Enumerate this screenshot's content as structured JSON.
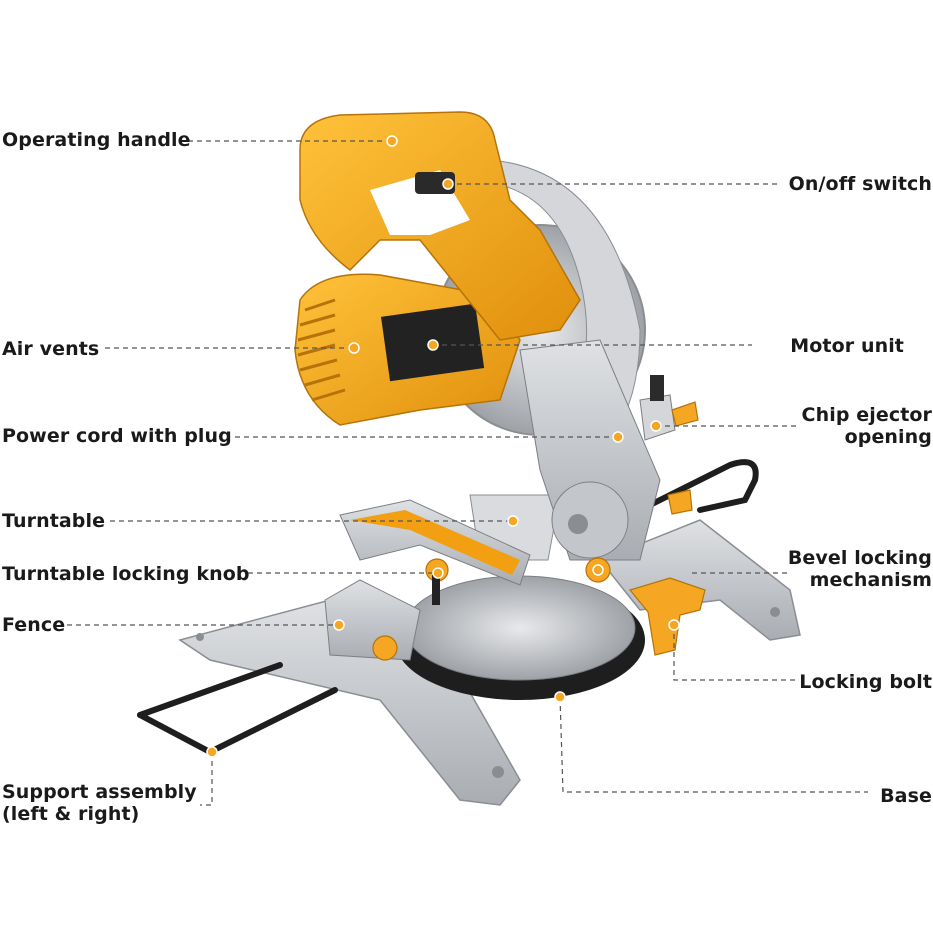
{
  "colors": {
    "accent": "#f5a623",
    "body_orange": "#f0a21c",
    "metal": "#c9ccd0",
    "dark": "#1e1e1e",
    "leader": "#555555"
  },
  "labels": {
    "operating_handle": "Operating handle",
    "on_off_switch": "On/off switch",
    "air_vents": "Air vents",
    "motor_unit": "Motor unit",
    "power_cord": "Power cord with plug",
    "chip_ejector_1": "Chip ejector",
    "chip_ejector_2": "opening",
    "turntable": "Turntable",
    "turntable_knob": "Turntable locking knob",
    "bevel_1": "Bevel locking",
    "bevel_2": "mechanism",
    "fence": "Fence",
    "locking_bolt": "Locking bolt",
    "support_1": "Support assembly",
    "support_2": "(left & right)",
    "base": "Base"
  }
}
